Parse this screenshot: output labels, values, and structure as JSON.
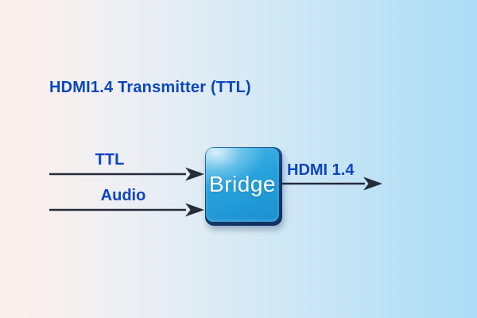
{
  "title": {
    "text": "HDMI1.4 Transmitter (TTL)",
    "color": "#0a46be"
  },
  "diagram": {
    "inputs": [
      {
        "label": "TTL"
      },
      {
        "label": "Audio"
      }
    ],
    "node": {
      "label": "Bridge",
      "fill": "#1e9ad8",
      "bevel_color": "#153a6d",
      "text_color": "#ffffff"
    },
    "output": {
      "label": "HDMI 1.4"
    },
    "arrow_color": "#262c3a",
    "label_color": "#0e45c0"
  },
  "background": {
    "left_color": "#fdf0ec",
    "right_color": "#abdcf6"
  }
}
